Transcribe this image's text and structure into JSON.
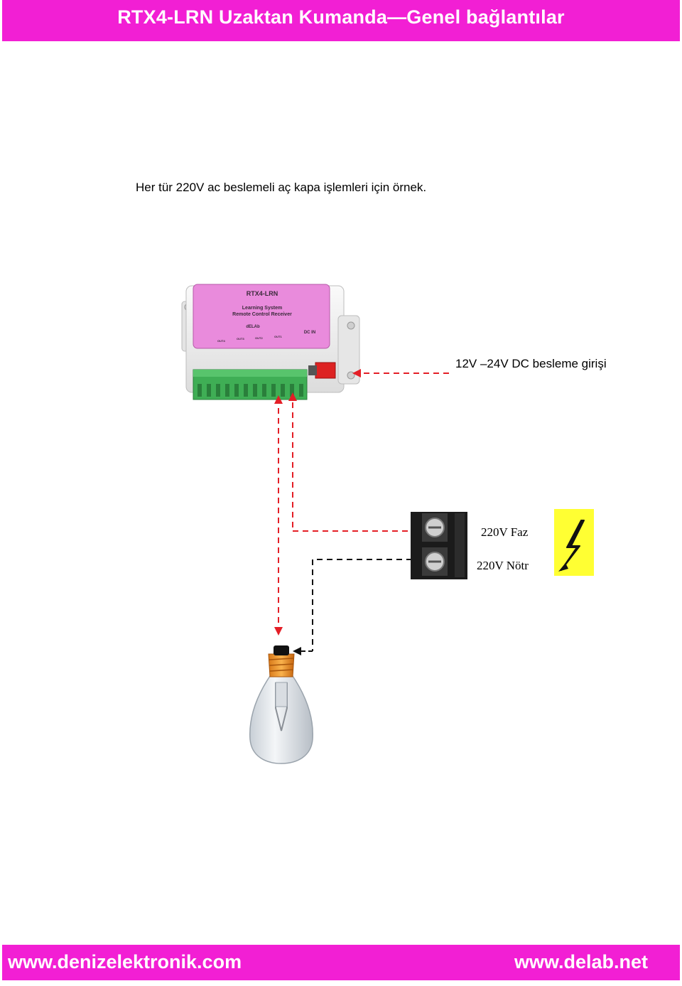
{
  "header": {
    "title": "RTX4-LRN  Uzaktan Kumanda—Genel bağlantılar"
  },
  "intro": {
    "text": "Her tür 220V ac  beslemeli aç kapa işlemleri için örnek."
  },
  "device": {
    "model": "RTX4-LRN",
    "line1": "Learning System",
    "line2": "Remote Control Receiver",
    "brand": "dELAb",
    "dc_label": "DC IN",
    "outputs": [
      "OUT4",
      "OUT3",
      "OUT2",
      "OUT1"
    ]
  },
  "labels": {
    "dc_input": "12V –24V DC besleme girişi",
    "phase": "220V Faz",
    "neutral": "220V Nötr"
  },
  "footer": {
    "left_url": "www.denizelektronik.com",
    "right_url": "www.delab.net"
  },
  "colors": {
    "brand": "#f21fd4",
    "wire_red": "#e41e26",
    "wire_black": "#111111",
    "warning": "#ffff33"
  },
  "icons": [
    "high-voltage-icon",
    "light-bulb-icon",
    "terminal-block-icon"
  ]
}
